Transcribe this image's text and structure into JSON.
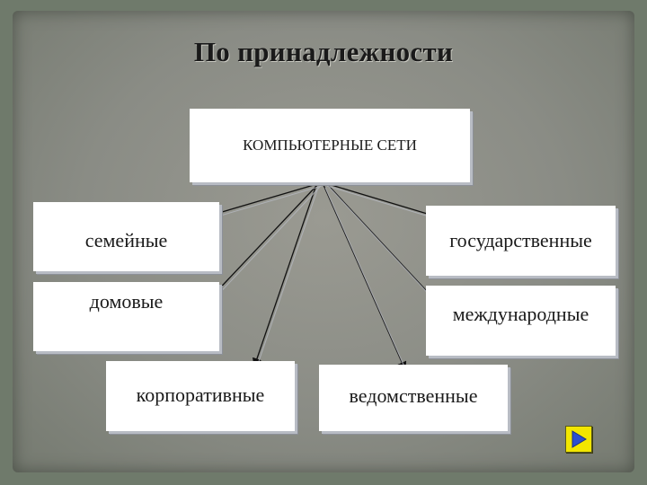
{
  "slide": {
    "title": "По принадлежности"
  },
  "diagram": {
    "root": "КОМПЬЮТЕРНЫЕ СЕТИ",
    "children": [
      {
        "id": "sem",
        "label": "семейные"
      },
      {
        "id": "gos",
        "label": "государственные"
      },
      {
        "id": "dom",
        "label": "домовые"
      },
      {
        "id": "mezh",
        "label": "международные"
      },
      {
        "id": "korp",
        "label": "корпоративные"
      },
      {
        "id": "ved",
        "label": "ведомственные"
      }
    ]
  },
  "colors": {
    "background": "#6f7a6b",
    "slide": "#8a8c85",
    "box": "#ffffff",
    "nav_button": "#f2e600",
    "nav_arrow": "#2b4fd0"
  },
  "icons": {
    "next": "play-triangle-icon"
  }
}
